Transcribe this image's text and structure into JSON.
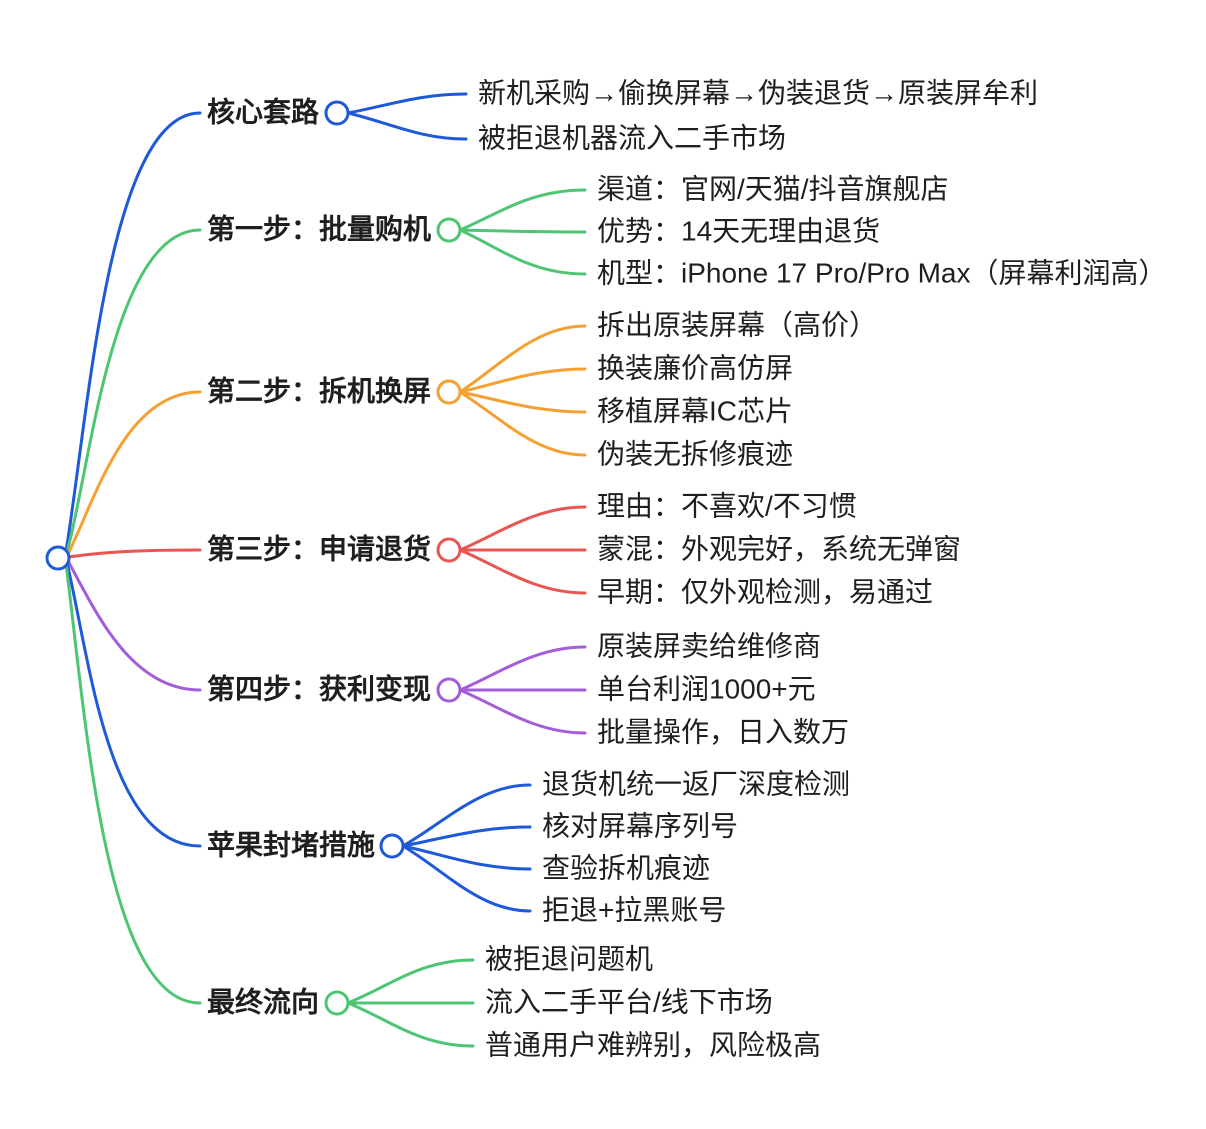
{
  "colors": {
    "text": "#1F1F1F",
    "background": "#FFFFFF"
  },
  "root": {
    "color": "#1E5AD7"
  },
  "branches": [
    {
      "label": "核心套路",
      "color": "#1E5AD7",
      "children": [
        "新机采购→偷换屏幕→伪装退货→原装屏牟利",
        "被拒退机器流入二手市场"
      ]
    },
    {
      "label": "第一步：批量购机",
      "color": "#4EC573",
      "children": [
        "渠道：官网/天猫/抖音旗舰店",
        "优势：14天无理由退货",
        "机型：iPhone 17 Pro/Pro Max（屏幕利润高）"
      ]
    },
    {
      "label": "第二步：拆机换屏",
      "color": "#F5A032",
      "children": [
        "拆出原装屏幕（高价）",
        "换装廉价高仿屏",
        "移植屏幕IC芯片",
        "伪装无拆修痕迹"
      ]
    },
    {
      "label": "第三步：申请退货",
      "color": "#E95550",
      "children": [
        "理由：不喜欢/不习惯",
        "蒙混：外观完好，系统无弹窗",
        "早期：仅外观检测，易通过"
      ]
    },
    {
      "label": "第四步：获利变现",
      "color": "#A35CDA",
      "children": [
        "原装屏卖给维修商",
        "单台利润1000+元",
        "批量操作，日入数万"
      ]
    },
    {
      "label": "苹果封堵措施",
      "color": "#1E5AD7",
      "children": [
        "退货机统一返厂深度检测",
        "核对屏幕序列号",
        "查验拆机痕迹",
        "拒退+拉黑账号"
      ]
    },
    {
      "label": "最终流向",
      "color": "#4EC573",
      "children": [
        "被拒退问题机",
        "流入二手平台/线下市场",
        "普通用户难辨别，风险极高"
      ]
    }
  ]
}
